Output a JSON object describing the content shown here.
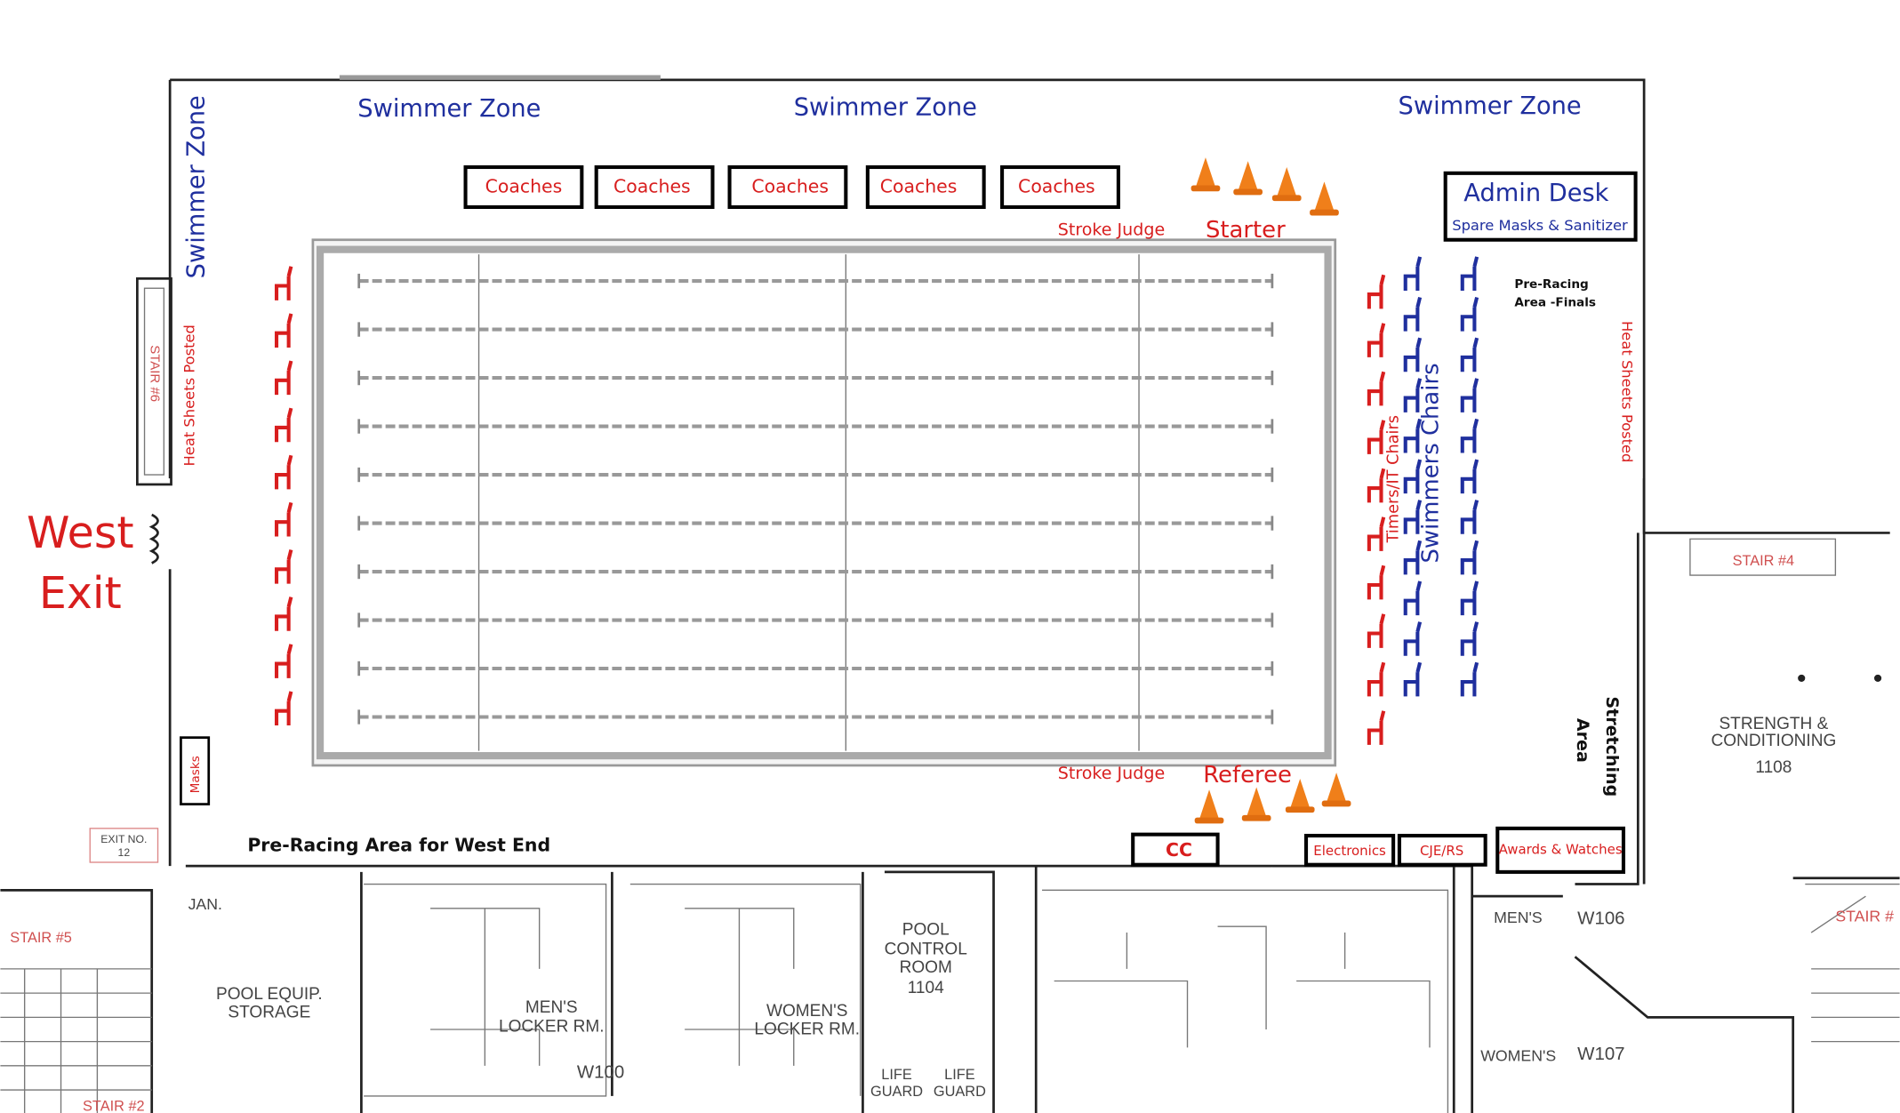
{
  "zones": {
    "top_left": "Swimmer Zone",
    "top_mid": "Swimmer Zone",
    "top_right": "Swimmer Zone",
    "left_vertical": "Swimmer Zone"
  },
  "coaches": [
    "Coaches",
    "Coaches",
    "Coaches",
    "Coaches",
    "Coaches"
  ],
  "officials": {
    "stroke_judge_top": "Stroke Judge",
    "starter": "Starter",
    "stroke_judge_bottom": "Stroke Judge",
    "referee": "Referee"
  },
  "admin": {
    "title": "Admin Desk",
    "subtitle": "Spare Masks &  Sanitizer"
  },
  "pre_racing_finals": [
    "Pre-Racing",
    "Area -Finals"
  ],
  "heat_sheets_left": "Heat Sheets Posted",
  "heat_sheets_right": "Heat Sheets Posted",
  "timers_chairs": "Timers/IT Chairs",
  "swimmers_chairs": "Swimmers Chairs",
  "west_exit": [
    "West",
    "Exit"
  ],
  "masks": "Masks",
  "stretching": [
    "Stretching",
    "Area"
  ],
  "pre_racing_west": "Pre-Racing Area for West End",
  "bottom_boxes": {
    "cc": "CC",
    "electronics": "Electronics",
    "cje": "CJE/RS",
    "awards": "Awards & Watches"
  },
  "rooms": {
    "exit_no": [
      "EXIT NO.",
      "12"
    ],
    "stair5": "STAIR #5",
    "stair2": "STAIR #2",
    "stair6": "STAIR #6",
    "stair4": "STAIR #4",
    "stair_right": "STAIR #",
    "jan": "JAN.",
    "pool_equip": [
      "POOL EQUIP.",
      "STORAGE"
    ],
    "mens_locker": [
      "MEN'S",
      "LOCKER RM."
    ],
    "womens_locker": [
      "WOMEN'S",
      "LOCKER RM."
    ],
    "w100": "W100",
    "pool_control": [
      "POOL",
      "CONTROL",
      "ROOM",
      "1104"
    ],
    "lifeguard": [
      "LIFE",
      "GUARD",
      "LIFE",
      "GUARD"
    ],
    "mens": "MEN'S",
    "w106": "W106",
    "womens": "WOMEN'S",
    "w107": "W107",
    "strength": [
      "STRENGTH &",
      "CONDITIONING",
      "1108"
    ]
  },
  "colors": {
    "blue": "#1f2f9e",
    "red": "#d81e1e",
    "cone": "#f07f1a"
  }
}
